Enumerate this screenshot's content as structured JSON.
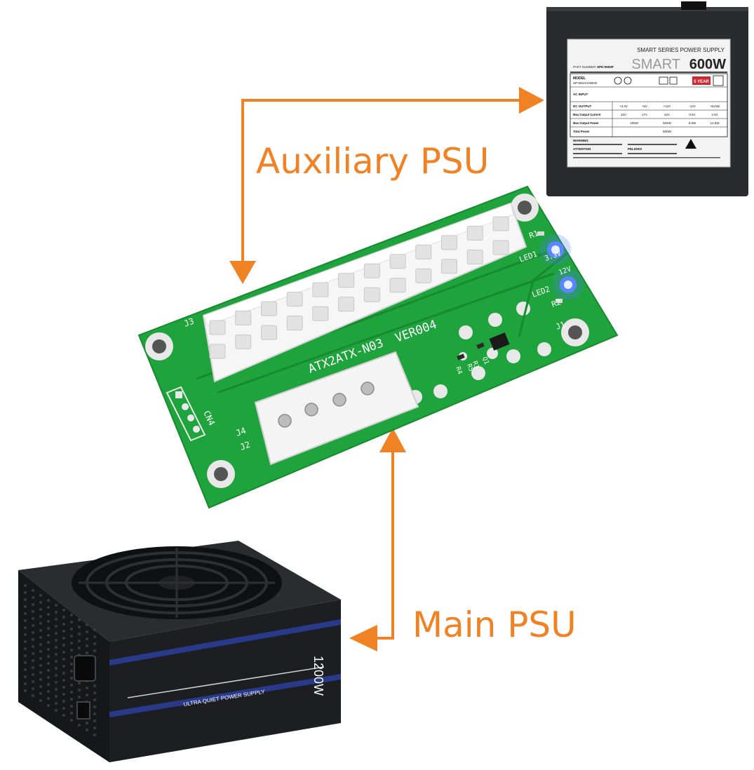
{
  "labels": {
    "auxiliary": "Auxiliary PSU",
    "main": "Main PSU"
  },
  "colors": {
    "arrow": "#f08223",
    "pcb": "#1fa33c",
    "psu_body": "#1e1f22",
    "led": "#3b6cff"
  },
  "board": {
    "model": "ATX2ATX-N03",
    "version": "VER004",
    "j3": "J3",
    "j4": "J4",
    "j2": "J2",
    "cn4": "CN4",
    "r1": "R1",
    "r2": "R2",
    "j1": "J1",
    "led1": "LED1",
    "led2": "LED2",
    "led_3_3v": "3.3V",
    "led_12v": "12V",
    "q1": "Q1",
    "r3": "R3",
    "r4": "R4",
    "r5": "R5"
  },
  "aux_psu": {
    "series": "SMART SERIES POWER SUPPLY",
    "brand": "SMART",
    "wattage": "600W",
    "part_label": "PART NUMBER",
    "part_number": "SPD-0600P",
    "model_label": "MODEL",
    "model": "SP-600AH2NKW",
    "ac_input": "AC INPUT",
    "dc_output": "DC OUTPUT",
    "max_current": "Max Output Current",
    "max_power": "Max Output Power",
    "total_power": "Total Power",
    "rails": [
      "+3.3V",
      "+5V",
      "+12V",
      "-12V",
      "+5VSB"
    ],
    "currents": [
      "22A",
      "17A",
      "42A",
      "0.5A",
      "2.5A"
    ],
    "powers": [
      "105W",
      "504W",
      "6.0W",
      "12.5W"
    ],
    "total": "600W",
    "warning": "WARNING",
    "attention": "ATTENTION",
    "peligro": "PELIGRO",
    "year": "5 YEAR"
  },
  "main_psu": {
    "wattage": "1200W",
    "tagline": "ULTRA QUIET POWER SUPPLY"
  }
}
